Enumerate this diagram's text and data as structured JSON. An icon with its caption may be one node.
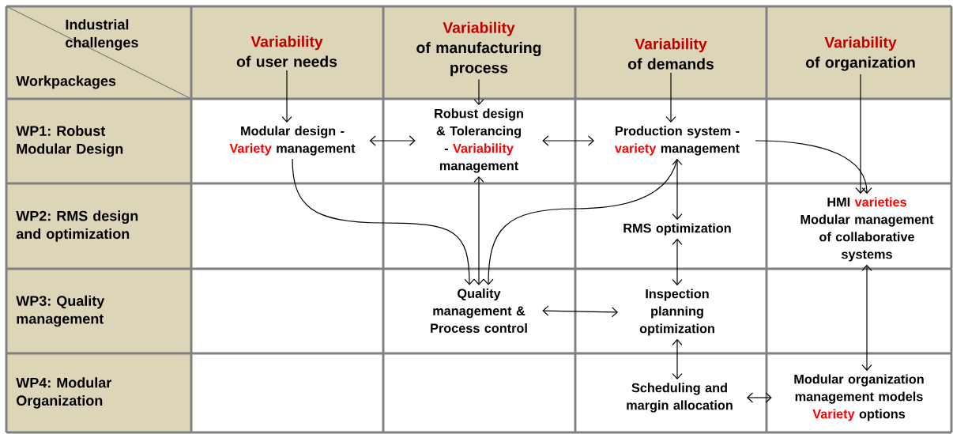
{
  "diagram": {
    "nodes": [
      {
        "text": [
          "Variability",
          "of user needs"
        ]
      },
      {
        "text": [
          "Variability",
          "of manufacturing process"
        ]
      },
      {
        "text": [
          "Variability",
          "of demands"
        ]
      },
      {
        "text": [
          "Variability",
          "of organization"
        ]
      },
      {
        "text": [
          "Modular design -",
          "Variety",
          "management"
        ]
      },
      {
        "text": [
          "Robust design & Tolerancing -",
          "Variability",
          "management"
        ]
      },
      {
        "text": [
          "Production system -",
          "variety",
          "management"
        ]
      },
      {
        "text": [
          "HMI",
          "varieties",
          "Modular management of collaborative systems"
        ]
      },
      {
        "text": [
          "RMS optimization"
        ]
      },
      {
        "text": [
          "Quality management & Process control"
        ]
      },
      {
        "text": [
          "Inspection planning optimization"
        ]
      },
      {
        "text": [
          "Scheduling and margin allocation"
        ]
      },
      {
        "text": [
          "Modular organization management models",
          "Variety",
          "options"
        ]
      }
    ],
    "edges": [
      {
        "from": 0,
        "to": 4,
        "arrow": "to"
      },
      {
        "from": 1,
        "to": 5,
        "arrow": "to"
      },
      {
        "from": 2,
        "to": 6,
        "arrow": "to"
      },
      {
        "from": 3,
        "to": 7,
        "arrow": "to"
      },
      {
        "from": 4,
        "to": 5,
        "arrow": "both"
      },
      {
        "from": 5,
        "to": 6,
        "arrow": "both"
      },
      {
        "from": 6,
        "to": 7,
        "arrow": "to"
      },
      {
        "from": 4,
        "to": 9,
        "arrow": "to"
      },
      {
        "from": 9,
        "to": 5,
        "arrow": "both"
      },
      {
        "from": 6,
        "to": 9,
        "arrow": "to"
      },
      {
        "from": 6,
        "to": 8,
        "arrow": "both"
      },
      {
        "from": 8,
        "to": 10,
        "arrow": "both"
      },
      {
        "from": 9,
        "to": 10,
        "arrow": "both"
      },
      {
        "from": 10,
        "to": 11,
        "arrow": "both"
      },
      {
        "from": 11,
        "to": 12,
        "arrow": "both"
      },
      {
        "from": 7,
        "to": 12,
        "arrow": "both"
      }
    ],
    "labels": [
      "Industrial challenges",
      "Workpackages",
      "WP1: Robust Modular Design",
      "WP2: RMS design and optimization",
      "WP3: Quality management",
      "WP4: Modular Organization"
    ]
  }
}
